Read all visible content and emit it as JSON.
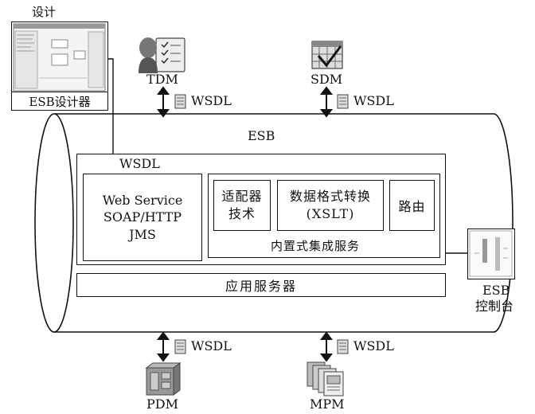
{
  "designer": {
    "top_label": "设计",
    "caption": "ESB设计器"
  },
  "systems": {
    "tdm": {
      "name": "TDM",
      "wsdl": "WSDL",
      "icon": "clipboard-user-icon"
    },
    "sdm": {
      "name": "SDM",
      "wsdl": "WSDL",
      "icon": "calendar-check-icon"
    },
    "pdm": {
      "name": "PDM",
      "wsdl": "WSDL",
      "icon": "server-icon"
    },
    "mpm": {
      "name": "MPM",
      "wsdl": "WSDL",
      "icon": "document-stack-icon"
    }
  },
  "esb": {
    "title": "ESB",
    "wsdl_label": "WSDL",
    "protocols": [
      "Web Service",
      "SOAP/HTTP",
      "JMS"
    ],
    "adapter": [
      "适配器",
      "技术"
    ],
    "transform": [
      "数据格式转换",
      "(XSLT)"
    ],
    "routing": "路由",
    "builtin_services": "内置式集成服务",
    "app_server": "应用服务器"
  },
  "console": {
    "line1": "ESB",
    "line2": "控制台"
  },
  "colors": {
    "line": "#111111",
    "fill": "#ffffff",
    "icon_gray": "#8a8a8a"
  }
}
